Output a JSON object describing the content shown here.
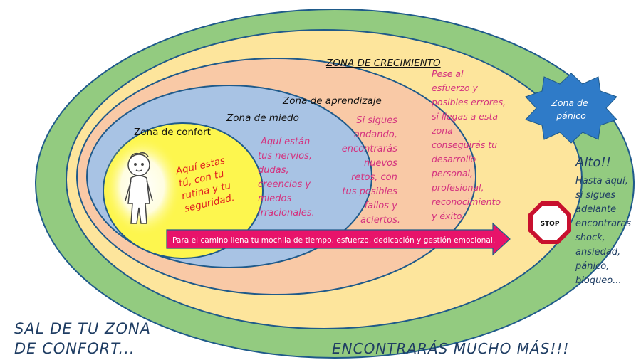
{
  "zones": {
    "comfort": {
      "title": "Zona de confort",
      "text": [
        "Aquí estas",
        "tú, con tu",
        "rutina y tu",
        "seguridad."
      ]
    },
    "fear": {
      "title": "Zona de miedo",
      "text": [
        "Aquí están",
        "tus nervios,",
        "dudas,",
        "creencias y",
        "miedos",
        "irracionales."
      ]
    },
    "learning": {
      "title": "Zona de aprendizaje",
      "text": [
        "Si sigues",
        "andando,",
        "encontrarás",
        "nuevos",
        "retos, con",
        "tus posibles",
        "fallos y",
        "aciertos."
      ]
    },
    "growth": {
      "title": "ZONA DE CRECIMIENTO",
      "text": [
        "Pese al",
        "esfuerzo y",
        "posibles errores,",
        "si llegas a esta",
        "zona",
        "conseguirás tu",
        "desarrollo",
        "personal,",
        "profesional,",
        "reconocimiento",
        "y éxito."
      ]
    },
    "panic": {
      "title": [
        "Zona de",
        "pánico"
      ],
      "alert": "Alto!!",
      "text": [
        "Hasta aquí,",
        "si sigues",
        "adelante",
        "encontraras",
        "shock,",
        "ansiedad,",
        "pánico,",
        "bloqueo..."
      ]
    }
  },
  "arrow_text": "Para el camino llena tu mochila de tiempo, esfuerzo, dedicación y gestión emocional.",
  "stop_sign": "STOP",
  "footer": {
    "left": [
      "SAL DE TU ZONA",
      "DE CONFORT..."
    ],
    "right": "ENCONTRARÁS MUCHO MÁS!!!"
  },
  "colors": {
    "panic_ring": "#93cb80",
    "growth": "#fde59c",
    "learning": "#f9c9a6",
    "fear": "#a8c3e4",
    "comfort": "#fdf64e",
    "outline": "#1f5a8a",
    "pink_text": "#d4327e",
    "red_text": "#e0201f",
    "arrow": "#e8136a",
    "dark_blue_text": "#1f3d63",
    "star": "#2f7bc8"
  }
}
